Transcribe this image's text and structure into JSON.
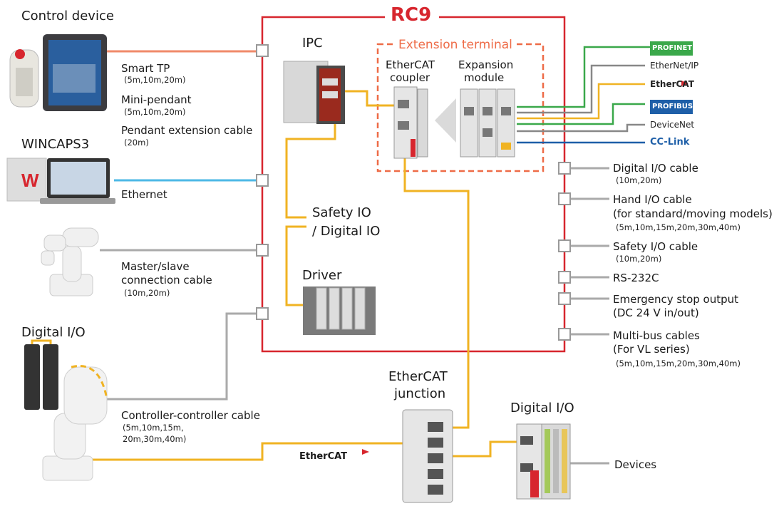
{
  "title": "RC9",
  "extension_terminal": "Extension terminal",
  "ipc": "IPC",
  "ethercat_coupler": [
    "EtherCAT",
    "coupler"
  ],
  "expansion_module": [
    "Expansion",
    "module"
  ],
  "safety_io": [
    "Safety IO",
    "/ Digital IO"
  ],
  "driver": "Driver",
  "ethercat_junction": [
    "EtherCAT",
    "junction"
  ],
  "digital_io_right": "Digital I/O",
  "devices": "Devices",
  "left": {
    "control_device": "Control device",
    "smart_tp": "Smart TP",
    "smart_tp_len": "(5m,10m,20m)",
    "mini_pendant": "Mini-pendant",
    "mini_pendant_len": "(5m,10m,20m)",
    "pendant_ext": "Pendant extension cable",
    "pendant_ext_len": "(20m)",
    "wincaps": "WINCAPS3",
    "ethernet": "Ethernet",
    "master_slave": [
      "Master/slave",
      "connection cable"
    ],
    "master_slave_len": "(10m,20m)",
    "digital_io": "Digital I/O",
    "ctrl_ctrl": "Controller-controller cable",
    "ctrl_ctrl_len": [
      "(5m,10m,15m,",
      "20m,30m,40m)"
    ],
    "ethercat_logo": "EtherCAT"
  },
  "fieldbus": {
    "profinet": "PROFINET",
    "ethernet_ip": "EtherNet/IP",
    "ethercat": "EtherCAT",
    "profibus": "PROFIBUS",
    "devicenet": "DeviceNet",
    "cclink": "CC-Link"
  },
  "right": {
    "digital_io_cable": "Digital I/O cable",
    "digital_io_cable_len": "(10m,20m)",
    "hand_io": [
      "Hand I/O cable",
      "(for standard/moving models)"
    ],
    "hand_io_len": "(5m,10m,15m,20m,30m,40m)",
    "safety_io_cable": "Safety I/O cable",
    "safety_io_cable_len": "(10m,20m)",
    "rs232c": "RS-232C",
    "estop": [
      "Emergency stop output",
      "(DC 24 V in/out)"
    ],
    "multibus": [
      "Multi-bus cables",
      "(For VL series)"
    ],
    "multibus_len": "(5m,10m,15m,20m,30m,40m)"
  },
  "colors": {
    "frame": "#d7262e",
    "orange_line": "#f0b323",
    "pendant_line": "#f08a6a",
    "ethernet_line": "#4db8e6",
    "gray_line": "#aaaaaa",
    "green_line": "#3aa84a",
    "blue_line": "#1e5fa8",
    "dashed": "#ee6b47"
  }
}
